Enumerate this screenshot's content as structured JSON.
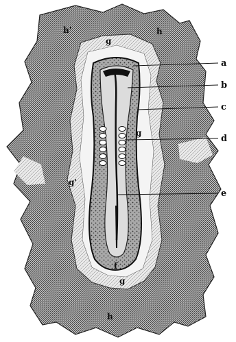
{
  "figure": {
    "labels_right": {
      "a": "a",
      "b": "b",
      "c": "c",
      "d": "d",
      "e": "e"
    },
    "labels_inset": {
      "h_top_left": "h'",
      "h_top_right": "h",
      "g_top": "g",
      "g_mid": "g",
      "g_left": "g'",
      "f": "f",
      "g_bottom": "g",
      "h_bottom": "h"
    }
  }
}
